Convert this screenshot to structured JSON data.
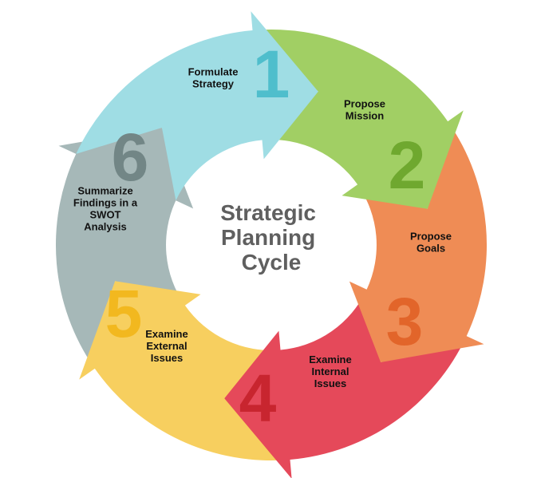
{
  "center_title": [
    "Strategic",
    "Planning",
    "Cycle"
  ],
  "stages": [
    {
      "number": "1",
      "label": [
        "Formulate",
        "Strategy"
      ],
      "color": "#9fdde4",
      "number_color": "#4fbecc"
    },
    {
      "number": "2",
      "label": [
        "Propose",
        "Mission"
      ],
      "color": "#a1cf64",
      "number_color": "#6fa82f"
    },
    {
      "number": "3",
      "label": [
        "Propose",
        "Goals"
      ],
      "color": "#ef8c55",
      "number_color": "#e2652a"
    },
    {
      "number": "4",
      "label": [
        "Examine",
        "Internal",
        "Issues"
      ],
      "color": "#e5495a",
      "number_color": "#c8252f"
    },
    {
      "number": "5",
      "label": [
        "Examine",
        "External",
        "Issues"
      ],
      "color": "#f7cf5f",
      "number_color": "#f2b81f"
    },
    {
      "number": "6",
      "label": [
        "Summarize",
        "Findings in a",
        "SWOT",
        "Analysis"
      ],
      "color": "#a6b8b8",
      "number_color": "#728686"
    }
  ]
}
